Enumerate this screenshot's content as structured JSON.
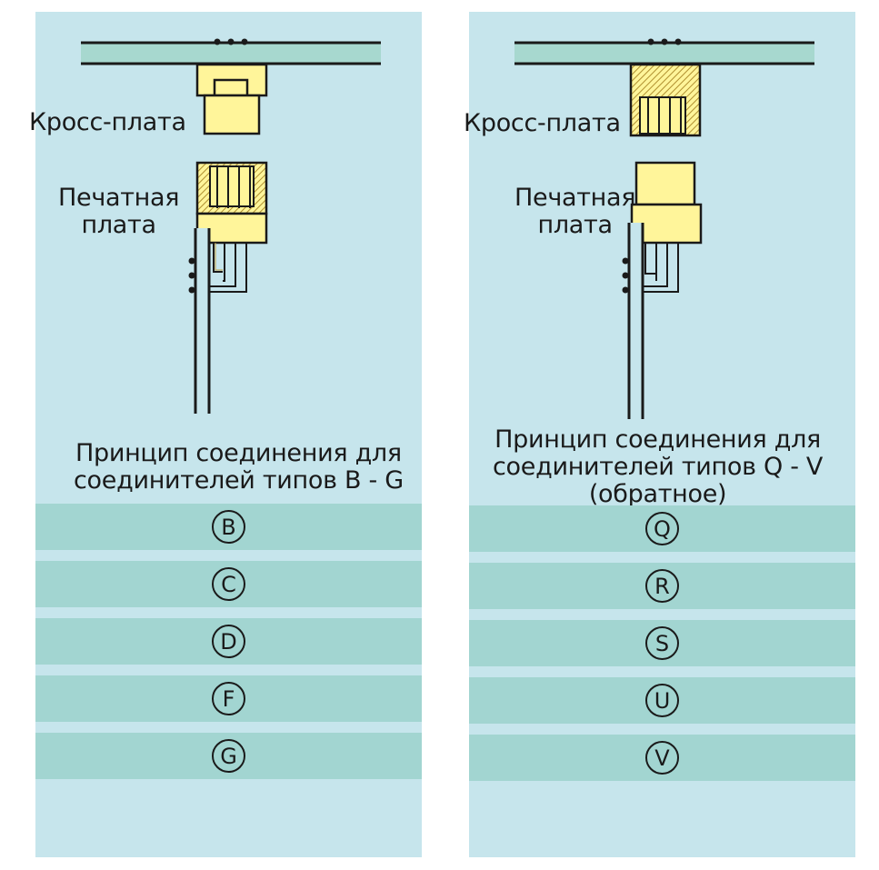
{
  "colors": {
    "panel": "#c6e5ec",
    "row": "#a2d5d1",
    "board": "#a7d8cf",
    "connector": "#fff59a",
    "hatch": "#c0a040",
    "ink": "#1a1a1a"
  },
  "left": {
    "backplane_label": "Кросс-плата",
    "pcb_label": [
      "Печатная",
      "плата"
    ],
    "caption": [
      "Принцип соединения для",
      "соединителей типов B - G"
    ],
    "types": [
      "B",
      "C",
      "D",
      "F",
      "G"
    ]
  },
  "right": {
    "backplane_label": "Кросс-плата",
    "pcb_label": [
      "Печатная",
      "плата"
    ],
    "caption": [
      "Принцип соединения для",
      "соединителей типов Q - V",
      "(обратное)"
    ],
    "types": [
      "Q",
      "R",
      "S",
      "U",
      "V"
    ]
  }
}
